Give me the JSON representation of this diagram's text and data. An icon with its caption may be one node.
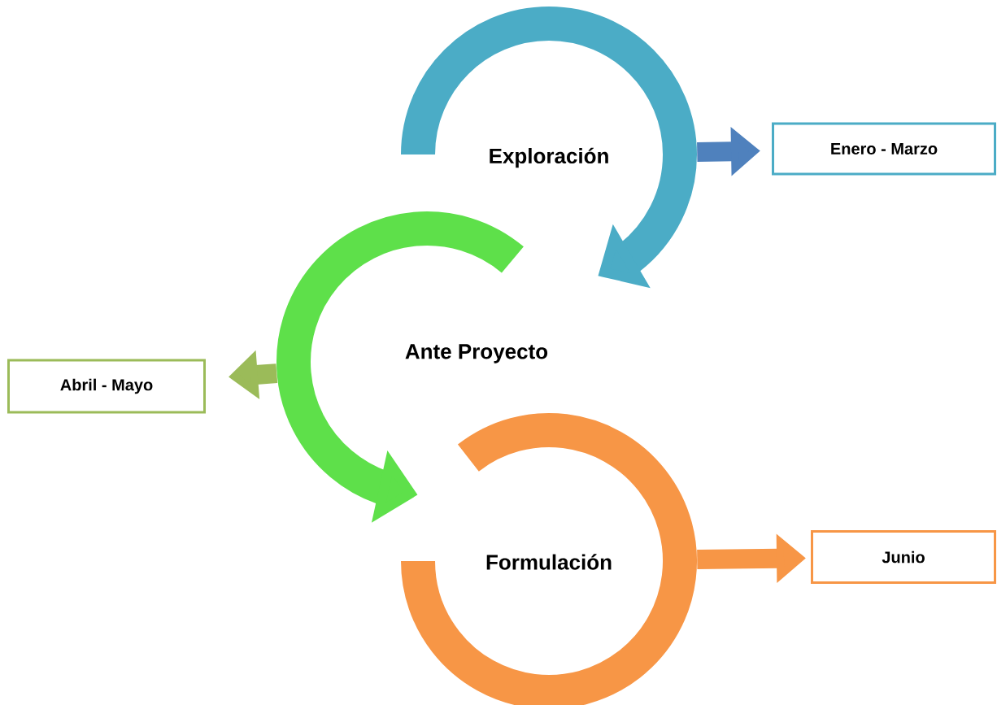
{
  "diagram": {
    "nodes": [
      {
        "text": [
          "Exploración"
        ]
      },
      {
        "text": [
          "Enero - Marzo"
        ]
      },
      {
        "text": [
          "Ante Proyecto"
        ]
      },
      {
        "text": [
          "Abril - Mayo"
        ]
      },
      {
        "text": [
          "Formulación"
        ]
      },
      {
        "text": [
          "Junio"
        ]
      }
    ],
    "edges": [
      {
        "from": 0,
        "to": 1,
        "arrow": "to",
        "color": "#4f81bd"
      },
      {
        "from": 2,
        "to": 3,
        "arrow": "to",
        "color": "#9bbb59"
      },
      {
        "from": 4,
        "to": 5,
        "arrow": "to",
        "color": "#f79646"
      }
    ]
  }
}
